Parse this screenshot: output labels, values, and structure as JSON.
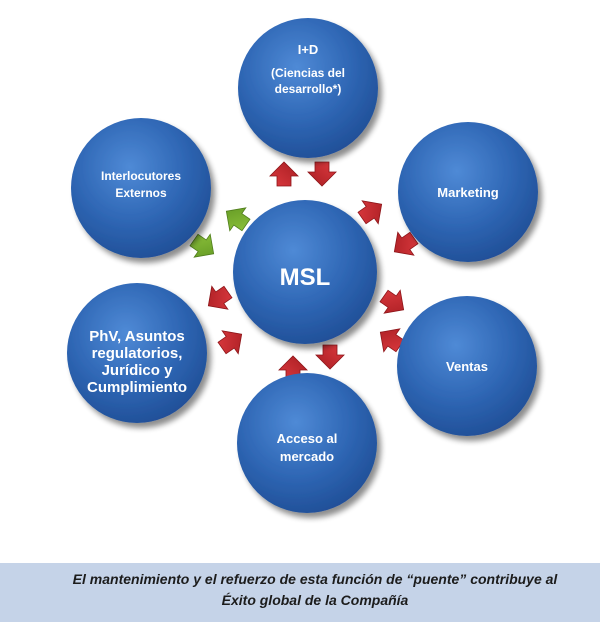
{
  "center": {
    "label": "MSL"
  },
  "nodes": {
    "id": {
      "title": "I+D",
      "line2": "(Ciencias del",
      "line3": "desarrollo*)"
    },
    "marketing": {
      "label": "Marketing"
    },
    "ventas": {
      "label": "Ventas"
    },
    "acceso": {
      "line1": "Acceso al",
      "line2": "mercado"
    },
    "phv": {
      "line1": "PhV, Asuntos",
      "line2": "regulatorios,",
      "line3": "Jurídico y",
      "line4": "Cumplimiento"
    },
    "interlocutores": {
      "line1": "Interlocutores",
      "line2": "Externos"
    }
  },
  "colors": {
    "circle": "#2e63ae",
    "arrow_red": "#c0272d",
    "arrow_green": "#78b02e",
    "caption_bg": "#c5d3e8"
  },
  "caption": {
    "line1": "El mantenimiento y el refuerzo de esta función de “puente” contribuye al",
    "line2": "Éxito global de la Compañía"
  }
}
